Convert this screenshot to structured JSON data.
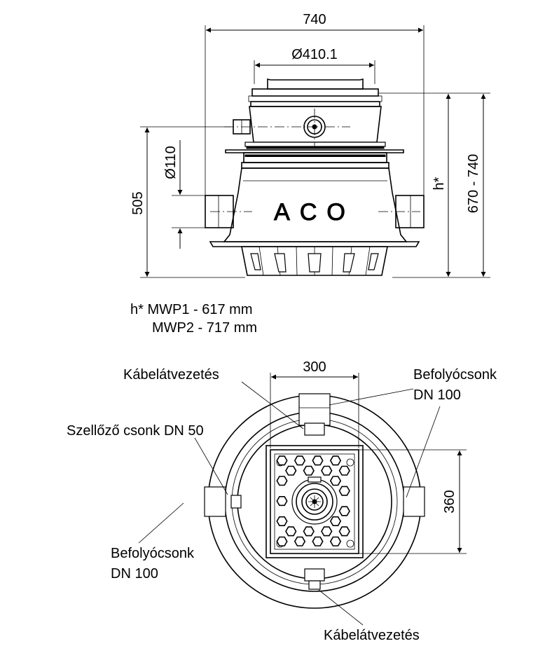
{
  "dimensions": {
    "width": "740",
    "diameter_top": "Ø410.1",
    "height_total": "670 - 740",
    "height_h": "h*",
    "height_505": "505",
    "diameter_pipe": "Ø110",
    "width_300": "300",
    "depth_360": "360"
  },
  "notes": {
    "line1": "h* MWP1 - 617 mm",
    "line2": "MWP2 - 717 mm"
  },
  "brand": "ACO",
  "labels": {
    "cable_top": "Kábelátvezetés",
    "inlet_right_1": "Befolyócsonk",
    "inlet_right_2": "DN 100",
    "vent": "Szellőző csonk DN 50",
    "inlet_left_1": "Befolyócsonk",
    "inlet_left_2": "DN 100",
    "cable_bottom": "Kábelátvezetés"
  }
}
